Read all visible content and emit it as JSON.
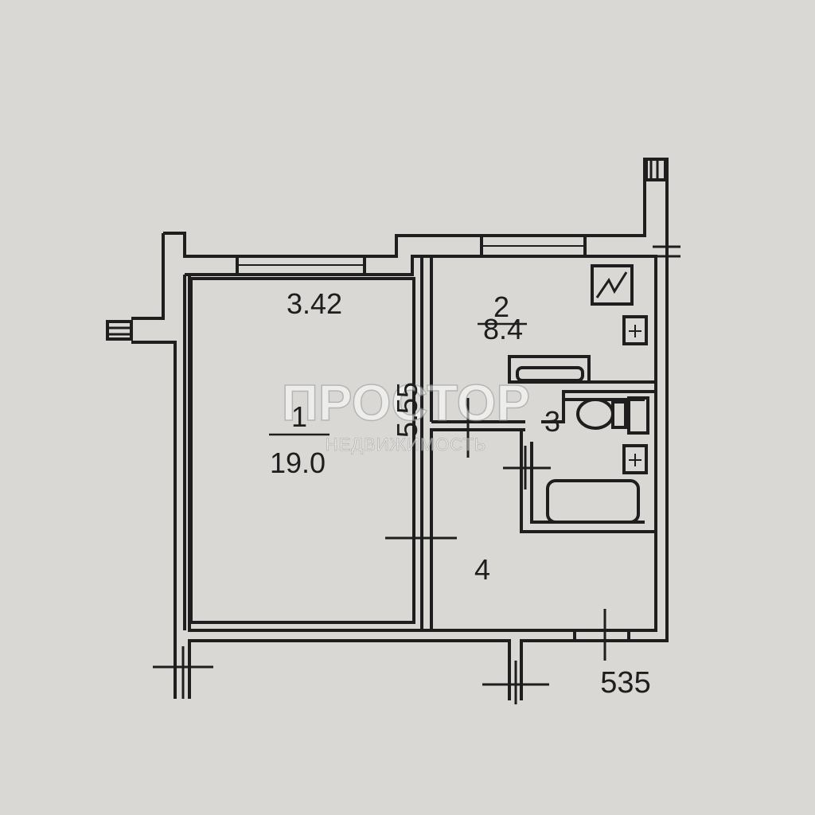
{
  "floor_plan": {
    "rooms": [
      {
        "number": "1",
        "area": "19.0",
        "width": "3.42",
        "length": "5.55"
      },
      {
        "number": "2",
        "area": "8.4"
      },
      {
        "number": "3"
      },
      {
        "number": "4"
      }
    ],
    "plan_code": "535"
  },
  "watermark": {
    "brand": "ПРОСТОР",
    "subtitle": "НЕДВИЖИМОСТЬ"
  },
  "colors": {
    "paper": "#d9d8d4",
    "ink": "#1e1e1e",
    "watermark": "#ffffff"
  }
}
